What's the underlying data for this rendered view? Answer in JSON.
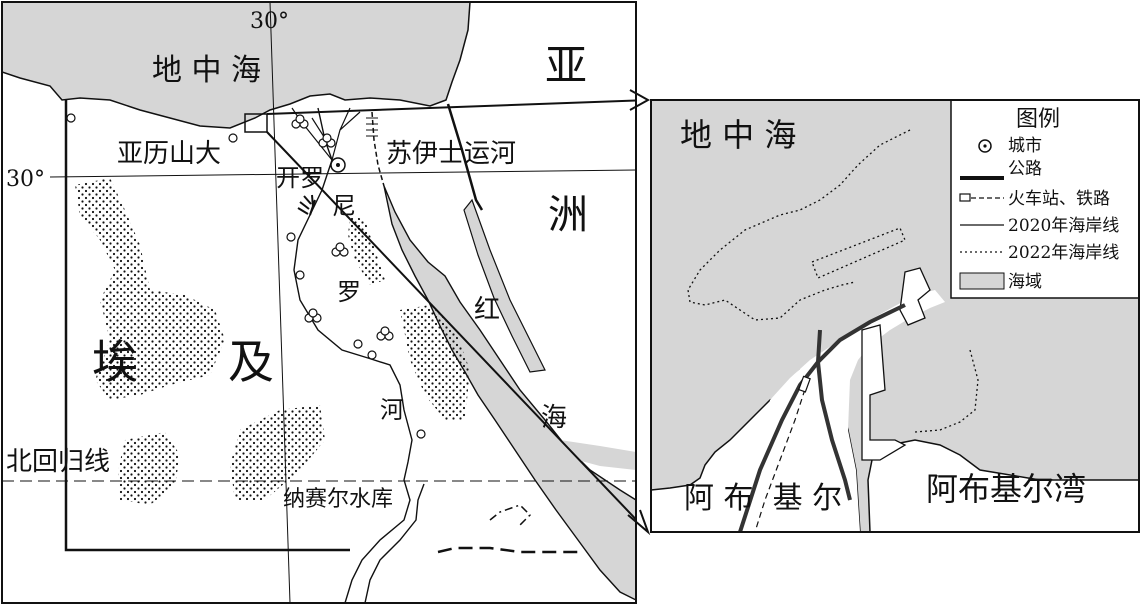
{
  "main_map": {
    "meridian_label": "30°",
    "parallel_label": "30°",
    "sea_label": "地 中 海",
    "continent_top": "亚",
    "continent_bottom": "洲",
    "city_alexandria": "亚历山大",
    "city_cairo": "开罗",
    "canal": "苏伊士运河",
    "country_char1": "埃",
    "country_char2": "及",
    "river_char1": "尼",
    "river_char2": "罗",
    "river_char3": "河",
    "red_sea_char1": "红",
    "red_sea_char2": "海",
    "tropic": "北回归线",
    "dam": "纳赛尔水库"
  },
  "inset": {
    "sea_label": "地 中 海",
    "city_label": "阿 布  基 尔",
    "bay_label": "阿布基尔湾"
  },
  "legend": {
    "title": "图例",
    "items": [
      {
        "symbol": "city",
        "label": "城市"
      },
      {
        "symbol": "road",
        "label": "公路"
      },
      {
        "symbol": "rail",
        "label": "火车站、铁路"
      },
      {
        "symbol": "coast2020",
        "label": "2020年海岸线"
      },
      {
        "symbol": "coast2022",
        "label": "2022年海岸线"
      },
      {
        "symbol": "sea",
        "label": "海域"
      }
    ]
  },
  "colors": {
    "sea_fill": "#d6d6d6",
    "line": "#111111"
  }
}
